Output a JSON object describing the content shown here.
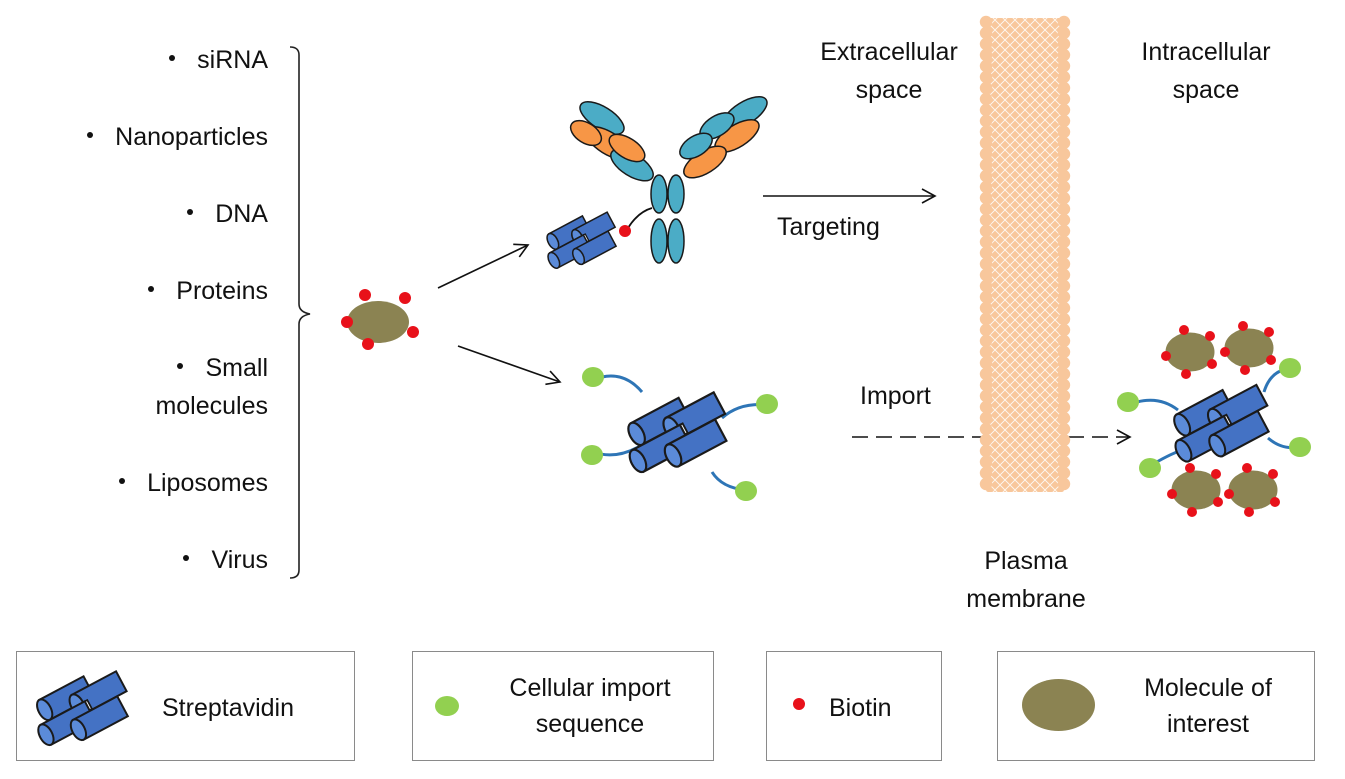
{
  "list": {
    "items": [
      "siRNA",
      "Nanoparticles",
      "DNA",
      "Proteins",
      "Small\nmolecules",
      "Liposomes",
      "Virus"
    ]
  },
  "labels": {
    "extracellular": [
      "Extracellular",
      "space"
    ],
    "intracellular": [
      "Intracellular",
      "space"
    ],
    "targeting": "Targeting",
    "import": "Import",
    "plasma_membrane": [
      "Plasma",
      "membrane"
    ]
  },
  "legend": {
    "streptavidin": "Streptavidin",
    "import_sequence": [
      "Cellular import",
      "sequence"
    ],
    "biotin": "Biotin",
    "molecule": [
      "Molecule of",
      "interest"
    ]
  },
  "colors": {
    "streptavidin_blue": "#4472C4",
    "import_green": "#92D050",
    "biotin_red": "#E8111A",
    "molecule_olive": "#8B8352",
    "membrane_orange": "#F8C79C",
    "antibody_teal": "#4BACC6",
    "antibody_orange": "#F79646",
    "linker_blue": "#2E75B6"
  }
}
